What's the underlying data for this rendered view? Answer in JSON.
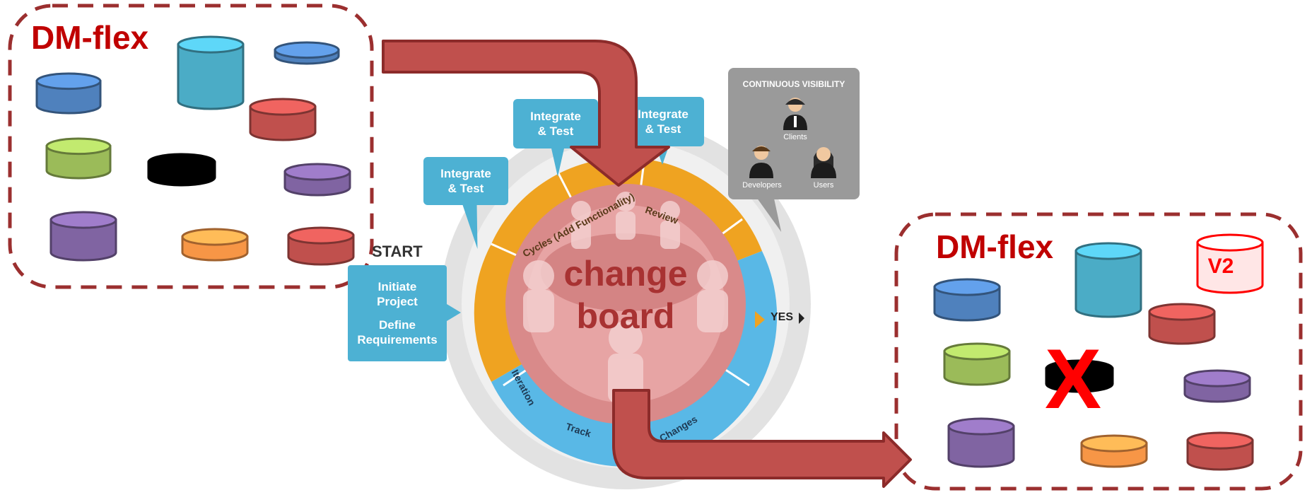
{
  "colors": {
    "dashed_border": "#9b2f2f",
    "arrow_fill": "#c0504d",
    "arrow_stroke": "#8c2b2a",
    "title_red": "#c00000",
    "bubble_blue": "#4db1d3",
    "cycle_orange": "#efa321",
    "cycle_blue": "#59b8e6",
    "panel_gray": "#9a9a9a",
    "reject_red": "#ff0000"
  },
  "left_group": {
    "title": "DM-flex",
    "databases": [
      {
        "name": "db-blue",
        "color": "#4f81bd"
      },
      {
        "name": "db-teal",
        "color": "#4bacc6"
      },
      {
        "name": "db-blue-small",
        "color": "#4f81bd"
      },
      {
        "name": "db-red",
        "color": "#c0504d"
      },
      {
        "name": "db-green",
        "color": "#9bbb59"
      },
      {
        "name": "db-black",
        "color": "#000000"
      },
      {
        "name": "db-purple-small",
        "color": "#8064a2"
      },
      {
        "name": "db-purple-large",
        "color": "#8064a2"
      },
      {
        "name": "db-orange",
        "color": "#f79646"
      },
      {
        "name": "db-red-lower",
        "color": "#c0504d"
      }
    ]
  },
  "right_group": {
    "title": "DM-flex",
    "version_label": "V2",
    "removed_mark": "X",
    "databases": [
      {
        "name": "db-blue",
        "color": "#4f81bd"
      },
      {
        "name": "db-teal",
        "color": "#4bacc6"
      },
      {
        "name": "db-red",
        "color": "#c0504d"
      },
      {
        "name": "db-green",
        "color": "#9bbb59"
      },
      {
        "name": "db-black-removed",
        "color": "#000000"
      },
      {
        "name": "db-purple-small",
        "color": "#8064a2"
      },
      {
        "name": "db-purple-large",
        "color": "#8064a2"
      },
      {
        "name": "db-orange",
        "color": "#f79646"
      },
      {
        "name": "db-red-lower",
        "color": "#c0504d"
      },
      {
        "name": "db-v2",
        "color": "#ffffff"
      }
    ]
  },
  "process": {
    "start_label": "START",
    "start_box": [
      "Initiate",
      "Project",
      "Define",
      "Requirements"
    ],
    "bubbles": [
      {
        "line1": "Integrate",
        "line2": "& Test"
      },
      {
        "line1": "Integrate",
        "line2": "& Test"
      },
      {
        "line1": "Integrate",
        "line2": "& Test"
      }
    ],
    "wheel_labels": {
      "top": "Cycles (Add Functionality)",
      "review": "Review",
      "iteration": "Iteration",
      "track": "Track",
      "changes": "Changes",
      "yes": "YES"
    },
    "center_text": [
      "change",
      "board"
    ]
  },
  "visibility_panel": {
    "title": "CONTINUOUS VISIBILITY",
    "roles": [
      "Clients",
      "Developers",
      "Users"
    ]
  }
}
